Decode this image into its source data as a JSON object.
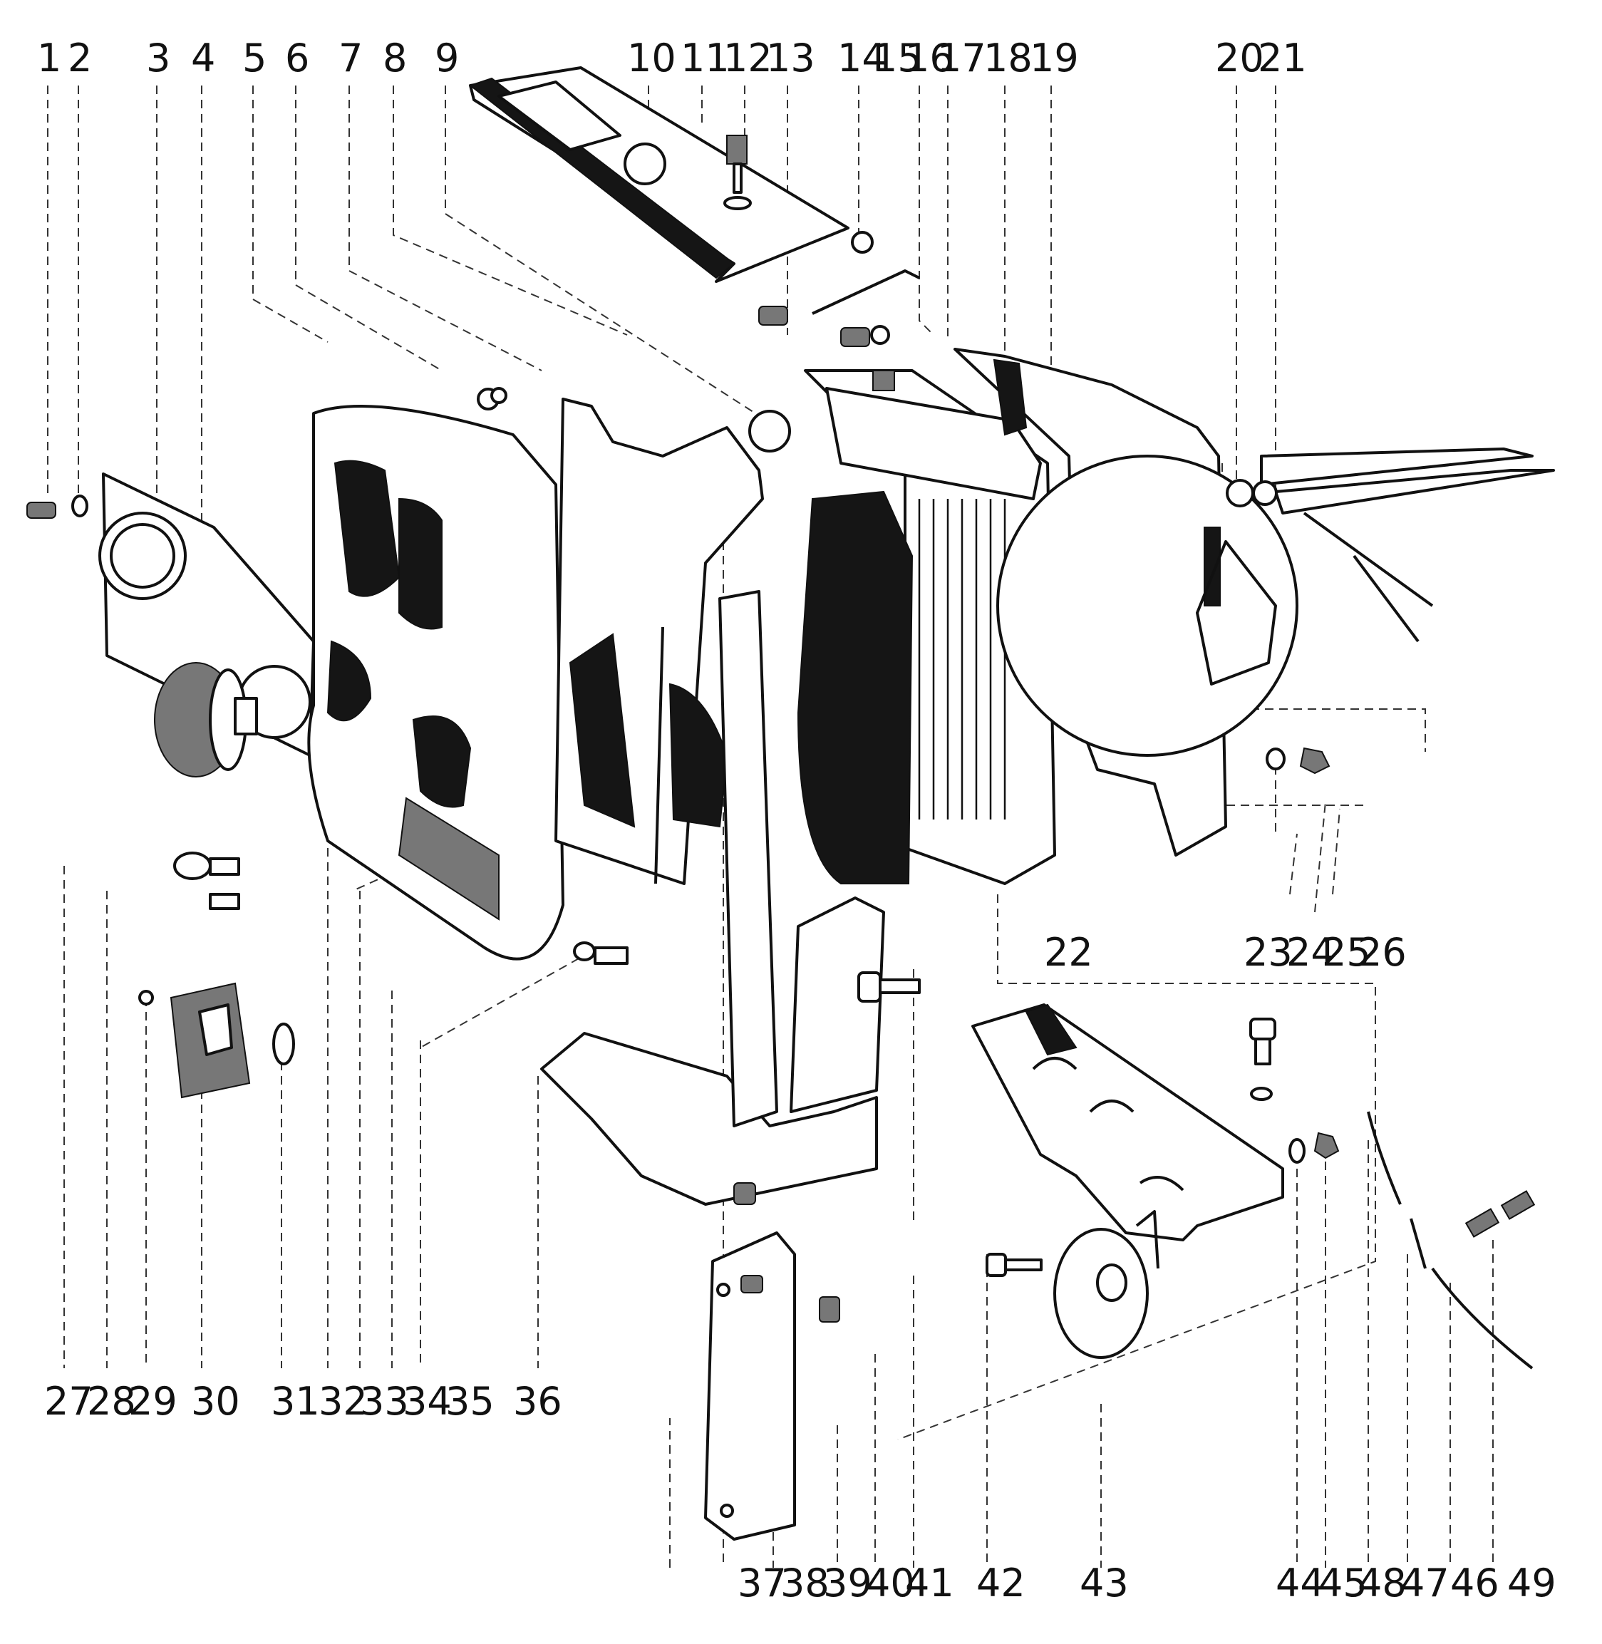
{
  "labels_top": [
    "1",
    "2",
    "3",
    "4",
    "5",
    "6",
    "7",
    "8",
    "9",
    "10",
    "11",
    "12",
    "13",
    "14",
    "15",
    "16",
    "17",
    "18",
    "19",
    "20",
    "21"
  ],
  "labels_mid": [
    "22",
    "23",
    "24",
    "25",
    "26"
  ],
  "labels_bottom": [
    "27",
    "28",
    "29",
    "30",
    "31",
    "32",
    "33",
    "34",
    "35",
    "36",
    "37",
    "38",
    "39",
    "40",
    "41",
    "42",
    "43",
    "44",
    "45",
    "48",
    "47",
    "46",
    "49"
  ]
}
